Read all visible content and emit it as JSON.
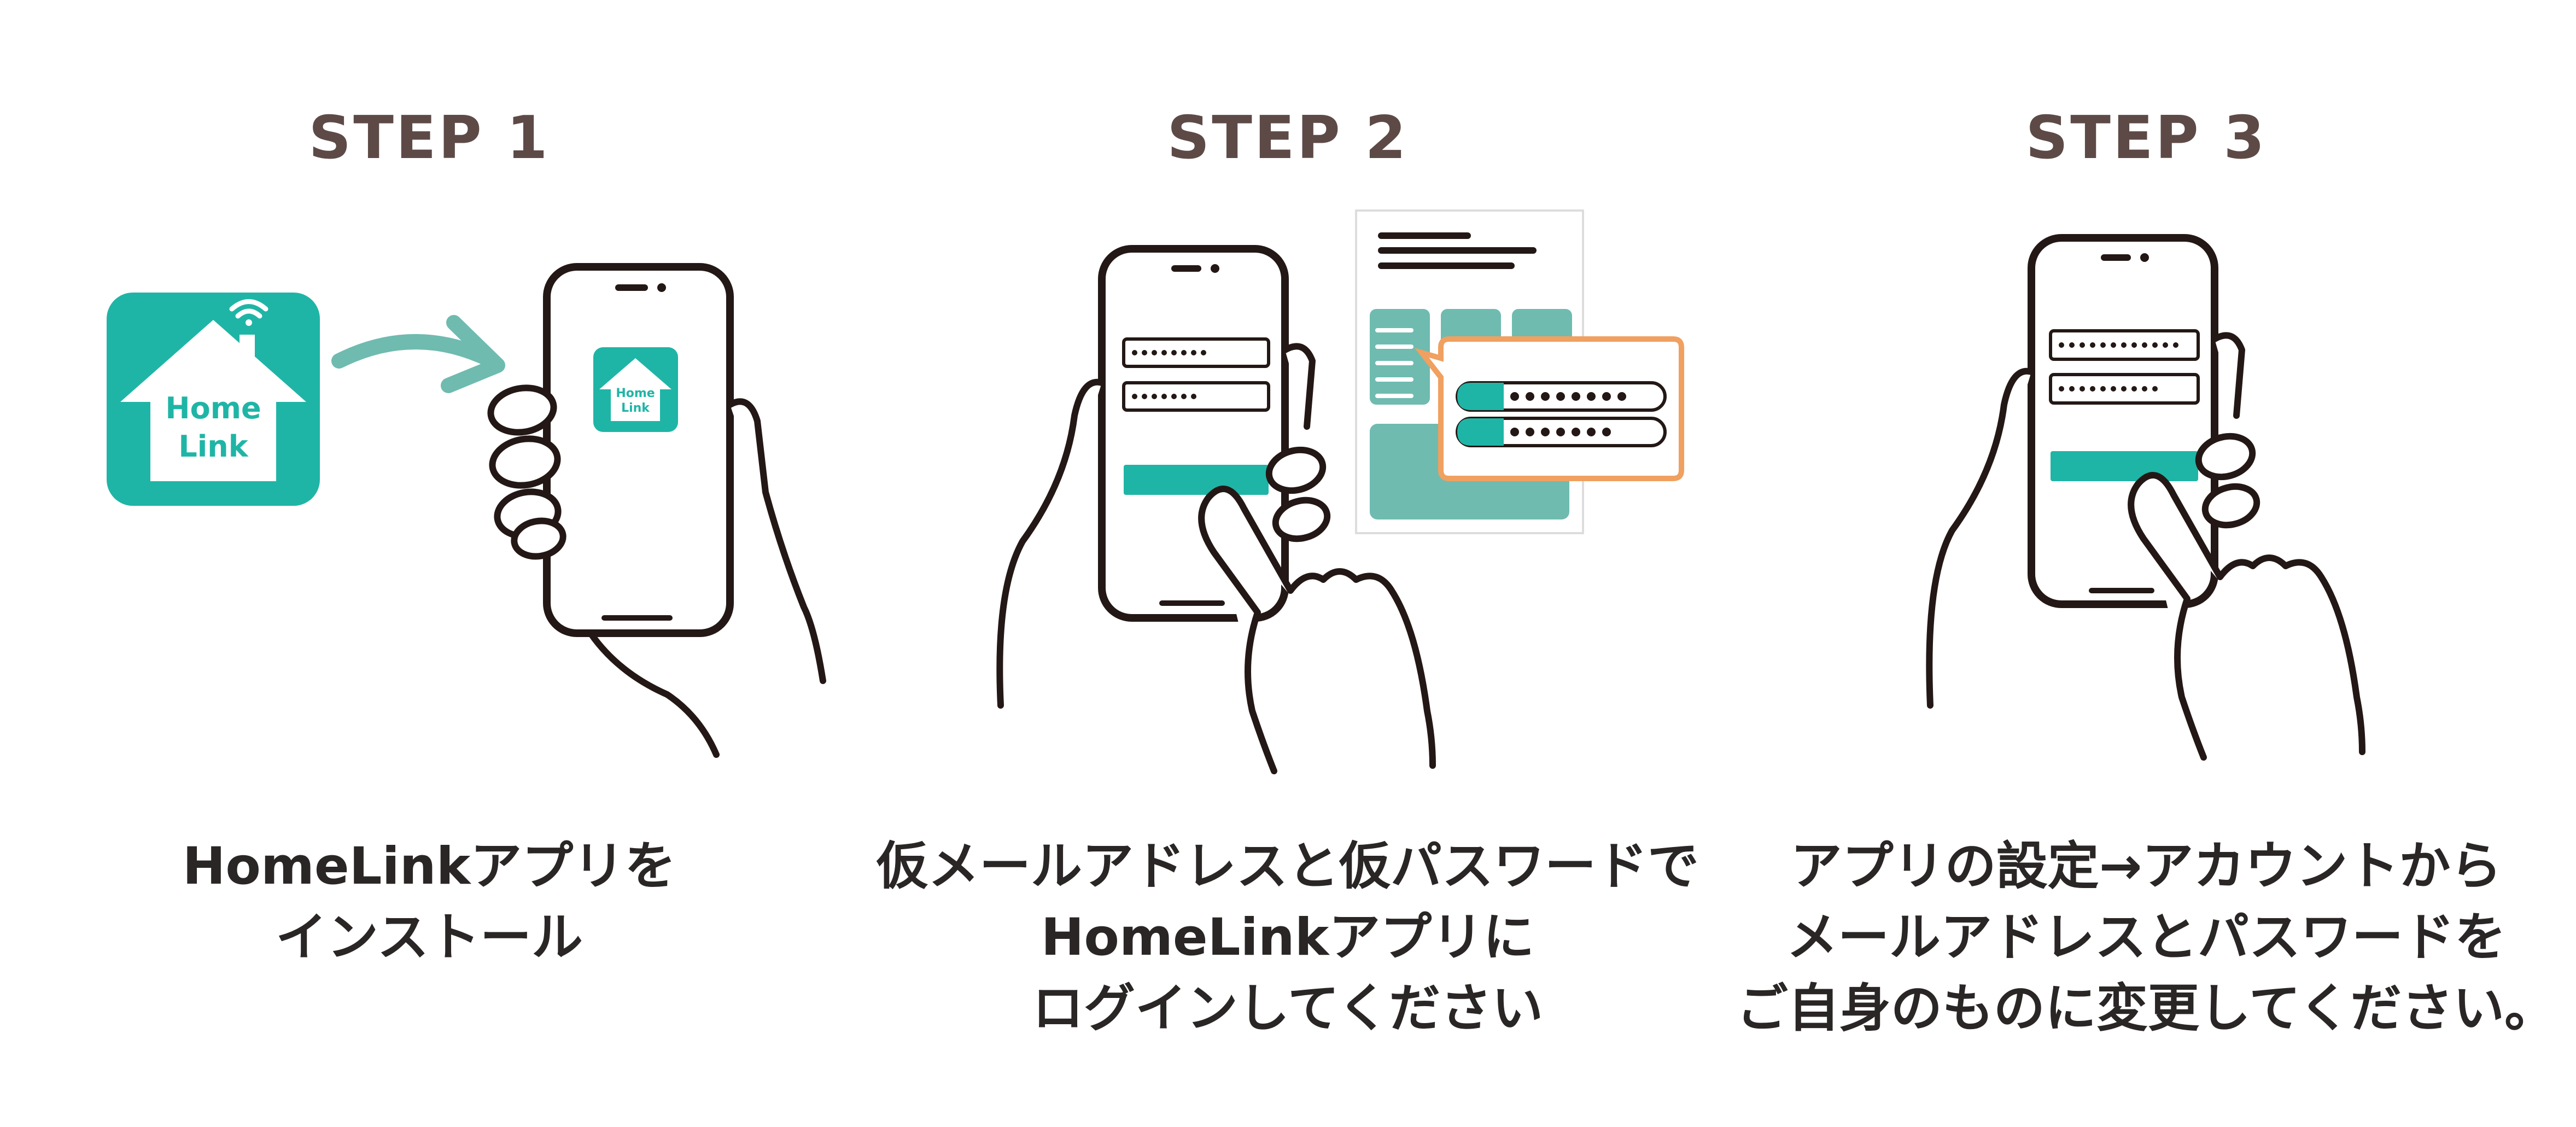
{
  "steps": [
    {
      "title": "STEP 1",
      "app_icon_text": [
        "Home",
        "Link"
      ],
      "caption": [
        "HomeLinkアプリを",
        "インストール"
      ]
    },
    {
      "title": "STEP 2",
      "caption": [
        "仮メールアドレスと仮パスワードで",
        "HomeLinkアプリに",
        "ログインしてください"
      ]
    },
    {
      "title": "STEP 3",
      "caption": [
        "アプリの設定→アカウントから",
        "メールアドレスとパスワードを",
        "ご自身のものに変更してください。"
      ]
    }
  ],
  "colors": {
    "teal": "#1fb5a6",
    "teal_light": "#6fbbb0",
    "orange": "#f0a060",
    "ink": "#231815",
    "title": "#5d4a47"
  },
  "icons": [
    "home-link-app-icon",
    "wifi-icon",
    "arrow-icon",
    "smartphone-icon",
    "hand-icon",
    "document-icon",
    "speech-bubble-icon"
  ]
}
